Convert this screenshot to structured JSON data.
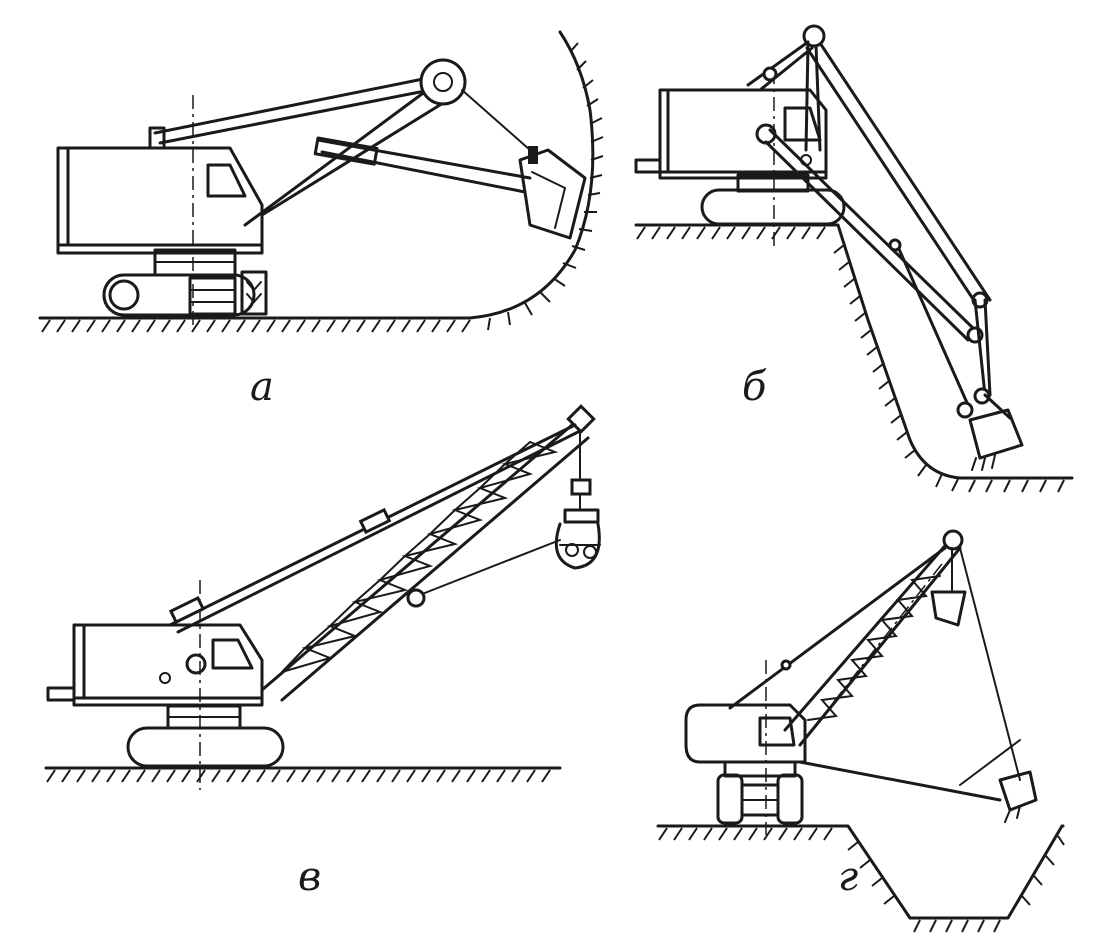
{
  "figure": {
    "panels": [
      {
        "id": "a",
        "label": "а",
        "icon": "power-shovel-icon"
      },
      {
        "id": "b",
        "label": "б",
        "icon": "backhoe-excavator-icon"
      },
      {
        "id": "v",
        "label": "в",
        "icon": "clamshell-grab-excavator-icon"
      },
      {
        "id": "g",
        "label": "г",
        "icon": "dragline-excavator-icon"
      }
    ],
    "colors": {
      "ink": "#1a1a1a",
      "paper": "#ffffff"
    }
  }
}
